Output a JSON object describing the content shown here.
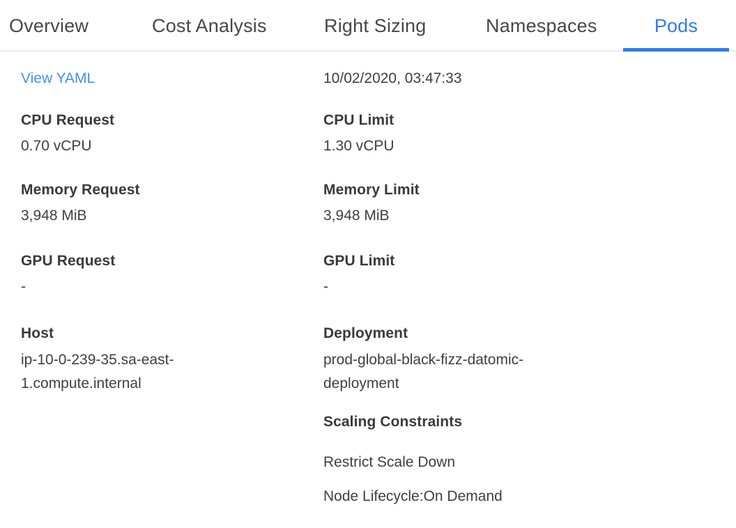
{
  "tabs": {
    "items": [
      {
        "label": "Overview",
        "active": false
      },
      {
        "label": "Cost Analysis",
        "active": false
      },
      {
        "label": "Right Sizing",
        "active": false
      },
      {
        "label": "Namespaces",
        "active": false
      },
      {
        "label": "Pods",
        "active": true
      }
    ]
  },
  "details": {
    "view_yaml": "View YAML",
    "timestamp": "10/02/2020, 03:47:33",
    "left": {
      "cpu": {
        "label": "CPU Request",
        "value": "0.70 vCPU"
      },
      "memory": {
        "label": "Memory Request",
        "value": "3,948 MiB"
      },
      "gpu": {
        "label": "GPU Request",
        "value": "-"
      },
      "host": {
        "label": "Host",
        "value": "ip-10-0-239-35.sa-east-1.compute.internal"
      }
    },
    "right": {
      "cpu": {
        "label": "CPU Limit",
        "value": "1.30 vCPU"
      },
      "memory": {
        "label": "Memory Limit",
        "value": "3,948 MiB"
      },
      "gpu": {
        "label": "GPU Limit",
        "value": "-"
      },
      "deployment": {
        "label": "Deployment",
        "value": "prod-global-black-fizz-datomic-deployment"
      },
      "scaling": {
        "label": "Scaling Constraints",
        "items": [
          "Restrict Scale Down",
          "Node Lifecycle:On Demand"
        ]
      }
    }
  },
  "colors": {
    "link": "#478ff0",
    "active_tab": "#2e7cf1",
    "tab_underline": "#2e7cf1",
    "tab_text": "#474747",
    "label_text": "#3a3a3a",
    "value_text": "#3f3f3f",
    "border": "#ebebeb",
    "background": "#ffffff"
  }
}
